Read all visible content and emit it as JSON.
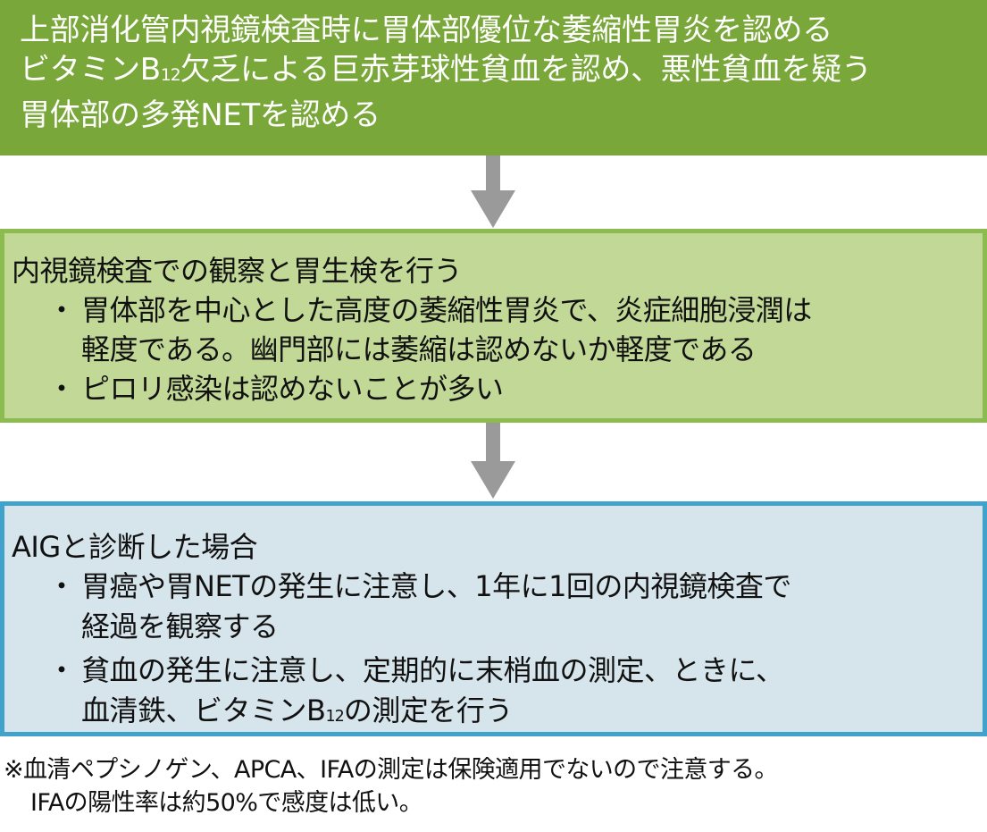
{
  "colors": {
    "box1_fill": "#7aa73a",
    "box2_fill": "#c2d896",
    "box2_border": "#8cbb4f",
    "box3_fill": "#d6e4eb",
    "box3_border": "#41a3cc",
    "arrow": "#9a9a9a"
  },
  "step1": {
    "lines": [
      "上部消化管内視鏡検査時に胃体部優位な萎縮性胃炎を認める",
      {
        "before": "ビタミンB",
        "sub": "12",
        "after": "欠乏による巨赤芽球性貧血を認め、悪性貧血を疑う"
      },
      "胃体部の多発NETを認める"
    ]
  },
  "step2": {
    "heading": "内視鏡検査での観察と胃生検を行う",
    "bullet": "・",
    "items": [
      "胃体部を中心とした高度の萎縮性胃炎で、炎症細胞浸潤は\n軽度である。幽門部には萎縮は認めないか軽度である",
      "ピロリ感染は認めないことが多い"
    ]
  },
  "step3": {
    "heading": "AIGと診断した場合",
    "bullet": "・",
    "items": [
      "胃癌や胃NETの発生に注意し、1年に1回の内視鏡検査で\n経過を観察する",
      {
        "line1": "貧血の発生に注意し、定期的に末梢血の測定、ときに、",
        "line2_before": "血清鉄、ビタミンB",
        "line2_sub": "12",
        "line2_after": "の測定を行う"
      }
    ]
  },
  "footnote": {
    "line1": "※血清ペプシノゲン、APCA、IFAの測定は保険適用でないので注意する。",
    "line2": "IFAの陽性率は約50%で感度は低い。"
  }
}
